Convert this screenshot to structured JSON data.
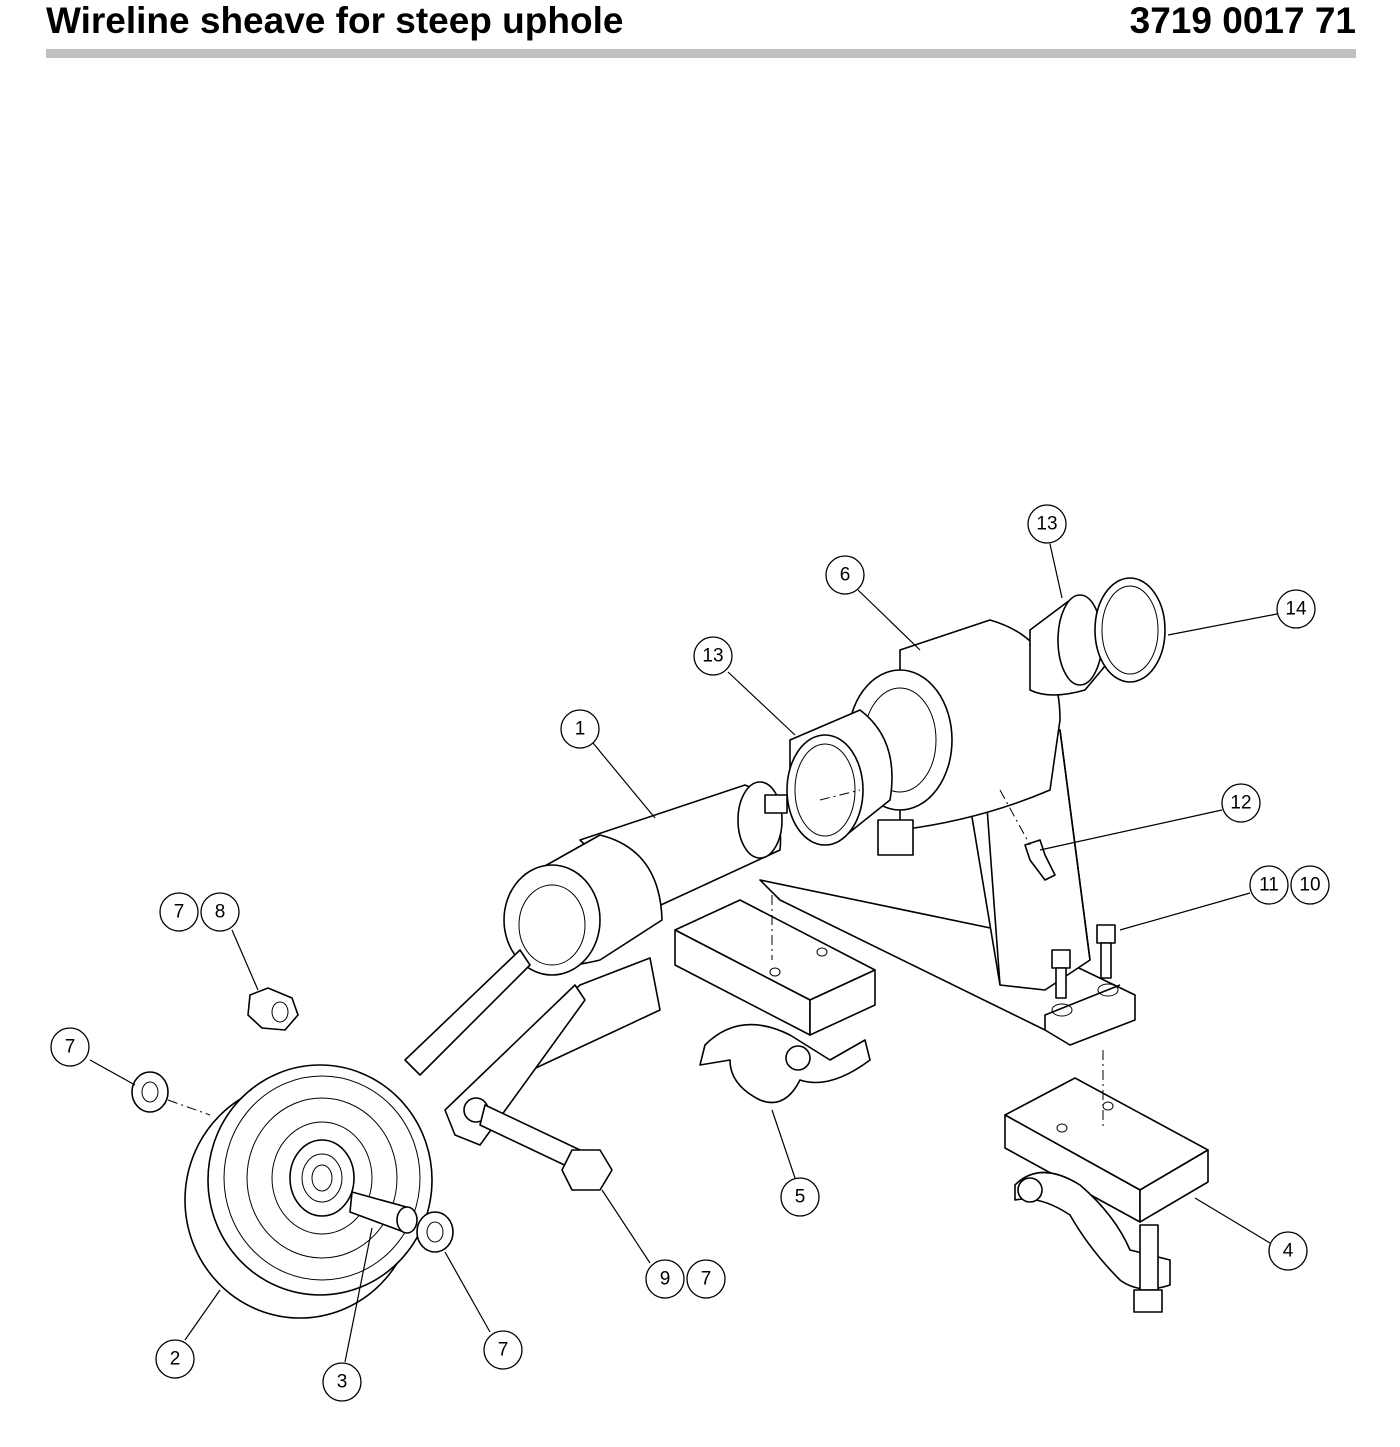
{
  "header": {
    "title": "Wireline sheave for steep uphole",
    "part_number": "3719 0017 71"
  },
  "callouts": [
    {
      "id": "c1",
      "label": "1"
    },
    {
      "id": "c2",
      "label": "2"
    },
    {
      "id": "c3",
      "label": "3"
    },
    {
      "id": "c4",
      "label": "4"
    },
    {
      "id": "c5",
      "label": "5"
    },
    {
      "id": "c6",
      "label": "6"
    },
    {
      "id": "c7a",
      "label": "7"
    },
    {
      "id": "c8",
      "label": "8"
    },
    {
      "id": "c7b",
      "label": "7"
    },
    {
      "id": "c7c",
      "label": "7"
    },
    {
      "id": "c9",
      "label": "9"
    },
    {
      "id": "c7d",
      "label": "7"
    },
    {
      "id": "c10",
      "label": "10"
    },
    {
      "id": "c11",
      "label": "11"
    },
    {
      "id": "c12",
      "label": "12"
    },
    {
      "id": "c13a",
      "label": "13"
    },
    {
      "id": "c13b",
      "label": "13"
    },
    {
      "id": "c14",
      "label": "14"
    }
  ]
}
